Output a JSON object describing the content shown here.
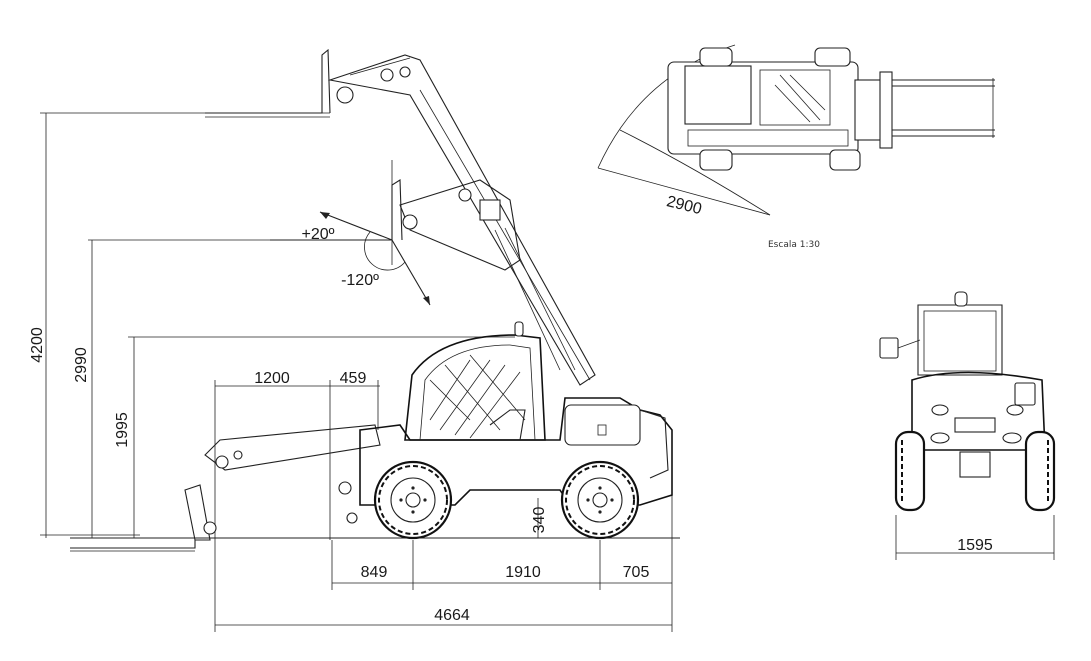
{
  "dimensions": {
    "height_max": "4200",
    "height_mid": "2990",
    "height_cab": "1995",
    "fork_length": "1200",
    "fork_offset": "459",
    "front_overhang": "849",
    "wheelbase": "1910",
    "rear_overhang": "705",
    "overall_length": "4664",
    "ground_clearance": "340",
    "overall_width": "1595",
    "turning_radius": "2900"
  },
  "angles": {
    "tilt_up": "+20º",
    "tilt_down": "-120º"
  },
  "scale_note": "Escala 1:30",
  "colors": {
    "line": "#222222",
    "background": "#ffffff"
  }
}
